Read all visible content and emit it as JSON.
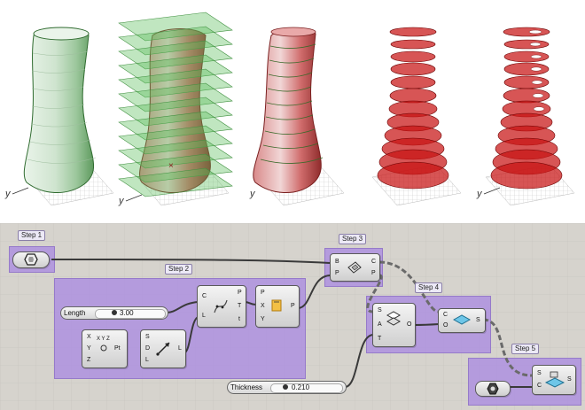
{
  "viewport": {
    "axis_label": "y",
    "stages": [
      {
        "name": "surface"
      },
      {
        "name": "contour-planes"
      },
      {
        "name": "contour-sections"
      },
      {
        "name": "red-discs"
      },
      {
        "name": "red-rings"
      }
    ]
  },
  "canvas": {
    "step1": {
      "label": "Step 1"
    },
    "step2": {
      "label": "Step 2"
    },
    "step3": {
      "label": "Step 3"
    },
    "step4": {
      "label": "Step 4"
    },
    "step5": {
      "label": "Step 5"
    },
    "length_slider": {
      "label": "Length",
      "value": "3.00"
    },
    "thickness_slider": {
      "label": "Thickness",
      "value": "0.210"
    },
    "vector_xyz": {
      "in_x": "X",
      "in_y": "Y",
      "in_z": "Z",
      "out": "Pt",
      "icon_text": "X Y Z"
    },
    "line_sdl": {
      "in_s": "S",
      "in_d": "D",
      "in_l": "L",
      "out": "L"
    },
    "divide_curve": {
      "in_c": "C",
      "in_l": "L",
      "out_p": "P",
      "out_t": "T",
      "out_t2": "t"
    },
    "plane_comp": {
      "in_p": "P",
      "in_x": "X",
      "in_y": "Y",
      "out": "P"
    },
    "brep_plane": {
      "in_b": "B",
      "in_p": "P",
      "out_c": "C",
      "out_p": "P"
    },
    "extrude": {
      "in_s": "S",
      "in_a": "A",
      "in_t": "T",
      "out": "O"
    },
    "boundary": {
      "in_c": "C",
      "in_o": "O",
      "out": "S"
    },
    "solid_diff": {
      "in_s": "S",
      "in_c": "C",
      "out": "S"
    }
  }
}
